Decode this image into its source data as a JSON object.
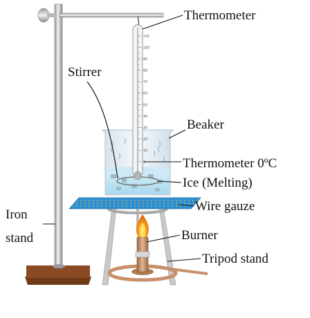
{
  "labels": {
    "thermometer": "Thermometer",
    "stirrer": "Stirrer",
    "beaker": "Beaker",
    "thermometer_zero": "Thermometer 0ºC",
    "ice": "Ice (Melting)",
    "wire_gauze": "Wire gauze",
    "iron_stand_line1": "Iron",
    "iron_stand_line2": "stand",
    "burner": "Burner",
    "tripod_stand": "Tripod stand"
  },
  "thermometer_scale": [
    "110",
    "100",
    "90",
    "80",
    "70",
    "60",
    "50",
    "40",
    "30",
    "20",
    "10",
    "0"
  ],
  "colors": {
    "metal_light": "#e6e6e6",
    "metal_dark": "#8c8c8c",
    "wood_base": "#8b4a23",
    "glass": "#dde8f0",
    "ice_water": "#bfe3f2",
    "gauze_blue": "#2a8fd6",
    "gauze_mesh": "#d8b84a",
    "flame_orange": "#f7a21b",
    "burner_copper": "#c8906a"
  }
}
